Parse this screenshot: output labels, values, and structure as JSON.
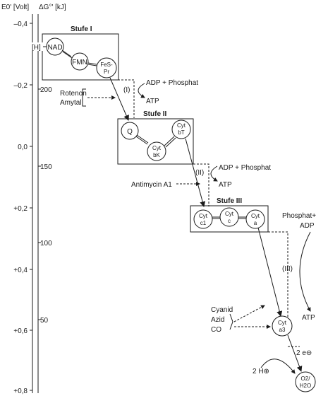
{
  "axes": {
    "e0_label": "E0' [Volt]",
    "dg_label": "ΔG°' [kJ]",
    "e0_ticks": [
      "–0,4",
      "–0,2",
      "0,0",
      "+0,2",
      "+0,4",
      "+0,6",
      "+0,8"
    ],
    "dg_ticks": [
      "200",
      "150",
      "100",
      "50"
    ]
  },
  "stages": {
    "s1": "Stufe I",
    "s2": "Stufe II",
    "s3": "Stufe III"
  },
  "carriers": {
    "h": "[H]",
    "nad": "NAD",
    "fmn": "FMN",
    "fes_1": "FeS-",
    "fes_2": "Pr",
    "q": "Q",
    "cytbk_1": "Cyt",
    "cytbk_2": "bK",
    "cytbt_1": "Cyt",
    "cytbt_2": "bT",
    "cytc1_1": "Cyt",
    "cytc1_2": "c1",
    "cytc_1": "Cyt",
    "cytc_2": "c",
    "cyta_1": "Cyt",
    "cyta_2": "a",
    "cyta3_1": "Cyt",
    "cyta3_2": "a3",
    "o2_1": "O2/",
    "o2_2": "H2O"
  },
  "phosphorylation": {
    "site1": "(I)",
    "site2": "(II)",
    "site3": "(III)",
    "adp_phosphat": "ADP + Phosphat",
    "atp": "ATP",
    "phosphat_plus": "Phosphat+",
    "adp": "ADP"
  },
  "inhibitors": {
    "rotenon": "Rotenon",
    "amytal": "Amytal",
    "antimycin": "Antimycin A1",
    "cyanid": "Cyanid",
    "azid": "Azid",
    "co": "CO"
  },
  "electrons": {
    "two_e": "2 e⊖",
    "two_h": "2 H⊕"
  }
}
